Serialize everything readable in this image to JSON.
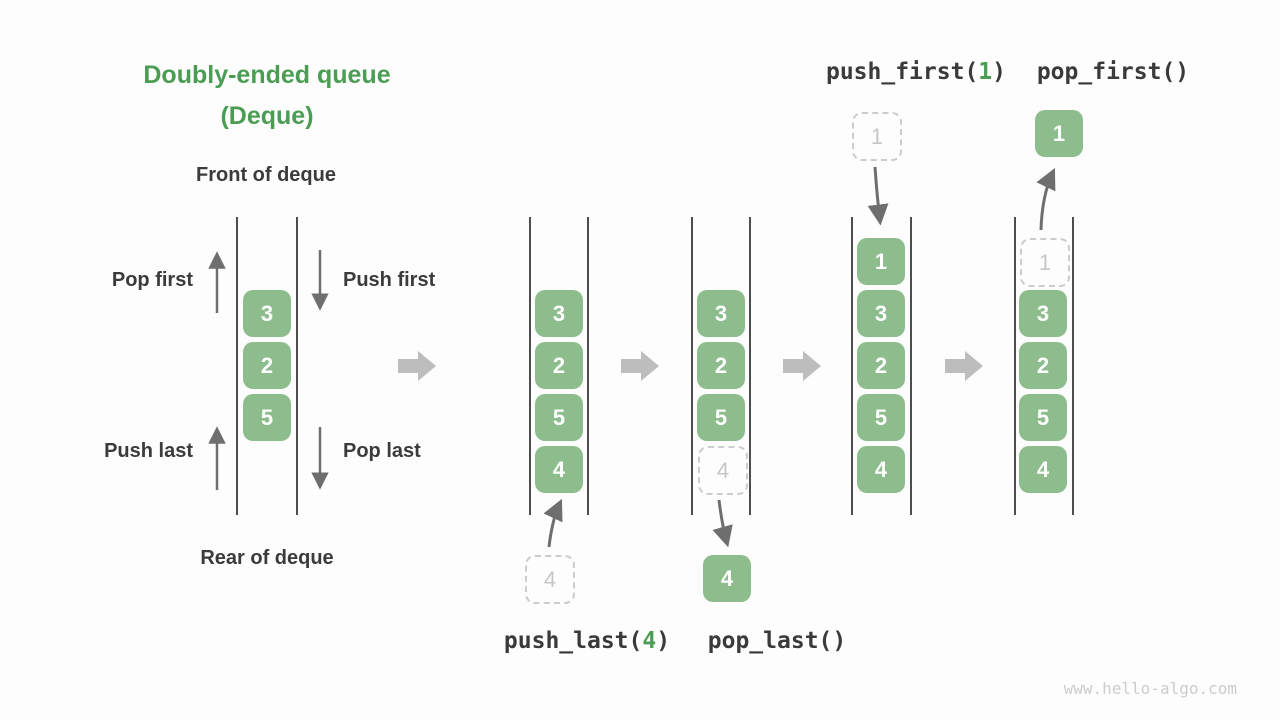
{
  "title": {
    "line1": "Doubly-ended queue",
    "line2": "(Deque)"
  },
  "labels": {
    "front": "Front of deque",
    "rear": "Rear of deque",
    "pop_first": "Pop first",
    "push_first": "Push first",
    "push_last": "Push last",
    "pop_last": "Pop last"
  },
  "calls": {
    "push_first_pre": "push_first(",
    "push_first_arg": "1",
    "push_first_post": ")",
    "pop_first": "pop_first()",
    "push_last_pre": "push_last(",
    "push_last_arg": "4",
    "push_last_post": ")",
    "pop_last": "pop_last()"
  },
  "initial_deque": {
    "cells": [
      "3",
      "2",
      "5"
    ]
  },
  "states": [
    {
      "cells": [
        "3",
        "2",
        "5",
        "4"
      ],
      "cell_types": [
        "green",
        "green",
        "green",
        "green"
      ],
      "float_value": "4",
      "float_type": "dashed",
      "float_position": "below"
    },
    {
      "cells": [
        "3",
        "2",
        "5",
        "4"
      ],
      "cell_types": [
        "green",
        "green",
        "green",
        "dashed"
      ],
      "float_value": "4",
      "float_type": "green",
      "float_position": "below"
    },
    {
      "cells": [
        "1",
        "3",
        "2",
        "5",
        "4"
      ],
      "cell_types": [
        "green",
        "green",
        "green",
        "green",
        "green"
      ],
      "float_value": "1",
      "float_type": "dashed",
      "float_position": "above"
    },
    {
      "cells": [
        "1",
        "3",
        "2",
        "5",
        "4"
      ],
      "cell_types": [
        "dashed",
        "green",
        "green",
        "green",
        "green"
      ],
      "float_value": "1",
      "float_type": "green",
      "float_position": "above"
    }
  ],
  "colors": {
    "accent_green": "#4a9d52",
    "box_green": "#8dbd8d",
    "text_dark": "#3b3b3b",
    "thin_arrow_gray": "#6e6e6e",
    "block_arrow_gray": "#bdbdbd",
    "dashed_border_gray": "#cccccc",
    "wall_gray": "#4d4d4d"
  },
  "watermark": "www.hello-algo.com"
}
